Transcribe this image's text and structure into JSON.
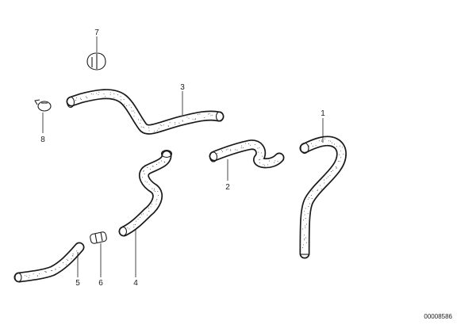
{
  "diagram": {
    "reference_number": "00008586",
    "parts": [
      {
        "key": "p1",
        "callout": "1"
      },
      {
        "key": "p2",
        "callout": "2"
      },
      {
        "key": "p3",
        "callout": "3"
      },
      {
        "key": "p4",
        "callout": "4"
      },
      {
        "key": "p5",
        "callout": "5"
      },
      {
        "key": "p6",
        "callout": "6"
      },
      {
        "key": "p7",
        "callout": "7"
      },
      {
        "key": "p8",
        "callout": "8"
      }
    ]
  },
  "colors": {
    "line": "#1a1a1a",
    "background": "#ffffff"
  }
}
